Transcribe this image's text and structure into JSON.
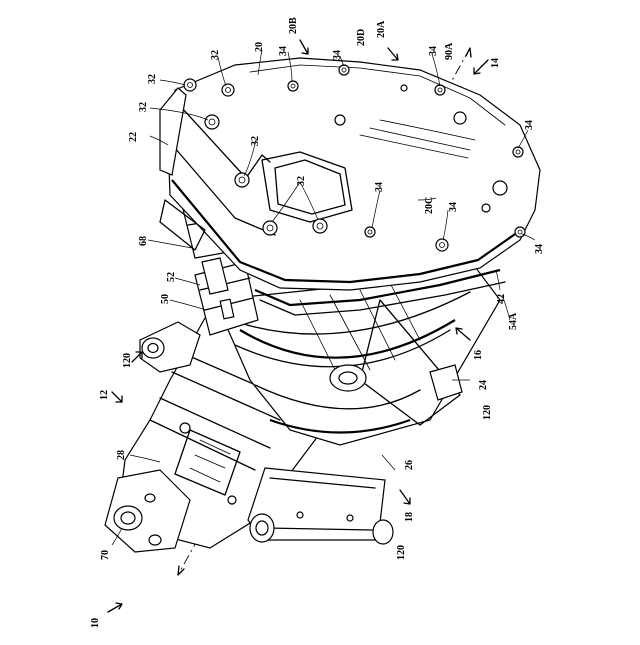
{
  "figure": {
    "reference_labels": [
      {
        "id": "l-10",
        "text": "10"
      },
      {
        "id": "l-12",
        "text": "12"
      },
      {
        "id": "l-14",
        "text": "14"
      },
      {
        "id": "l-16",
        "text": "16"
      },
      {
        "id": "l-18",
        "text": "18"
      },
      {
        "id": "l-20",
        "text": "20"
      },
      {
        "id": "l-20a",
        "text": "20A"
      },
      {
        "id": "l-20b",
        "text": "20B"
      },
      {
        "id": "l-20c",
        "text": "20C"
      },
      {
        "id": "l-20d",
        "text": "20D"
      },
      {
        "id": "l-22",
        "text": "22"
      },
      {
        "id": "l-24",
        "text": "24"
      },
      {
        "id": "l-26",
        "text": "26"
      },
      {
        "id": "l-28",
        "text": "28"
      },
      {
        "id": "l-32a",
        "text": "32"
      },
      {
        "id": "l-32b",
        "text": "32"
      },
      {
        "id": "l-32c",
        "text": "32"
      },
      {
        "id": "l-32d",
        "text": "32"
      },
      {
        "id": "l-32e",
        "text": "32"
      },
      {
        "id": "l-34a",
        "text": "34"
      },
      {
        "id": "l-34b",
        "text": "34"
      },
      {
        "id": "l-34c",
        "text": "34"
      },
      {
        "id": "l-34d",
        "text": "34"
      },
      {
        "id": "l-34e",
        "text": "34"
      },
      {
        "id": "l-34f",
        "text": "34"
      },
      {
        "id": "l-34g",
        "text": "34"
      },
      {
        "id": "l-42",
        "text": "42"
      },
      {
        "id": "l-50",
        "text": "50"
      },
      {
        "id": "l-52",
        "text": "52"
      },
      {
        "id": "l-54a",
        "text": "54A"
      },
      {
        "id": "l-68",
        "text": "68"
      },
      {
        "id": "l-70",
        "text": "70"
      },
      {
        "id": "l-90a",
        "text": "90A"
      },
      {
        "id": "l-120a",
        "text": "120"
      },
      {
        "id": "l-120b",
        "text": "120"
      },
      {
        "id": "l-120c",
        "text": "120"
      }
    ]
  }
}
